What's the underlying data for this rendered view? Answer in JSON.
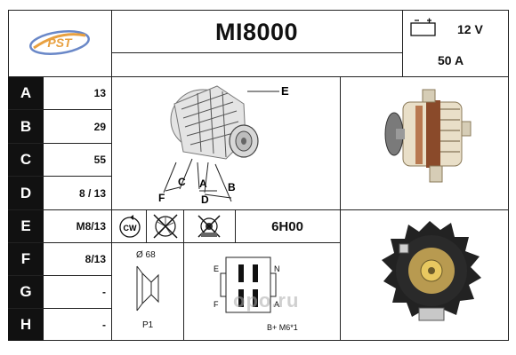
{
  "header": {
    "logo_text": "PST",
    "part_number": "MI8000",
    "voltage": "12 V",
    "amperage": "50 A"
  },
  "specs": [
    {
      "letter": "A",
      "value": "13"
    },
    {
      "letter": "B",
      "value": "29"
    },
    {
      "letter": "C",
      "value": "55"
    },
    {
      "letter": "D",
      "value": "8 / 13"
    },
    {
      "letter": "E",
      "value": "M8/13"
    },
    {
      "letter": "F",
      "value": "8/13"
    },
    {
      "letter": "G",
      "value": "-"
    },
    {
      "letter": "H",
      "value": "-"
    }
  ],
  "diagram_labels": {
    "e": "E",
    "a": "A",
    "b": "B",
    "c": "C",
    "d": "D",
    "f": "F"
  },
  "symbols": {
    "rotation": "CW",
    "regulator_code": "6H00"
  },
  "pulley": {
    "diameter": "Ø 68",
    "type": "P1"
  },
  "connector": {
    "e_label": "E",
    "n_label": "N",
    "f_label": "F",
    "a_label": "A",
    "terminal": "B+ M6*1"
  },
  "watermark": "opo.ru",
  "colors": {
    "logo_orange": "#e8a040",
    "logo_blue": "#6a88c8",
    "letter_bg": "#111111"
  }
}
